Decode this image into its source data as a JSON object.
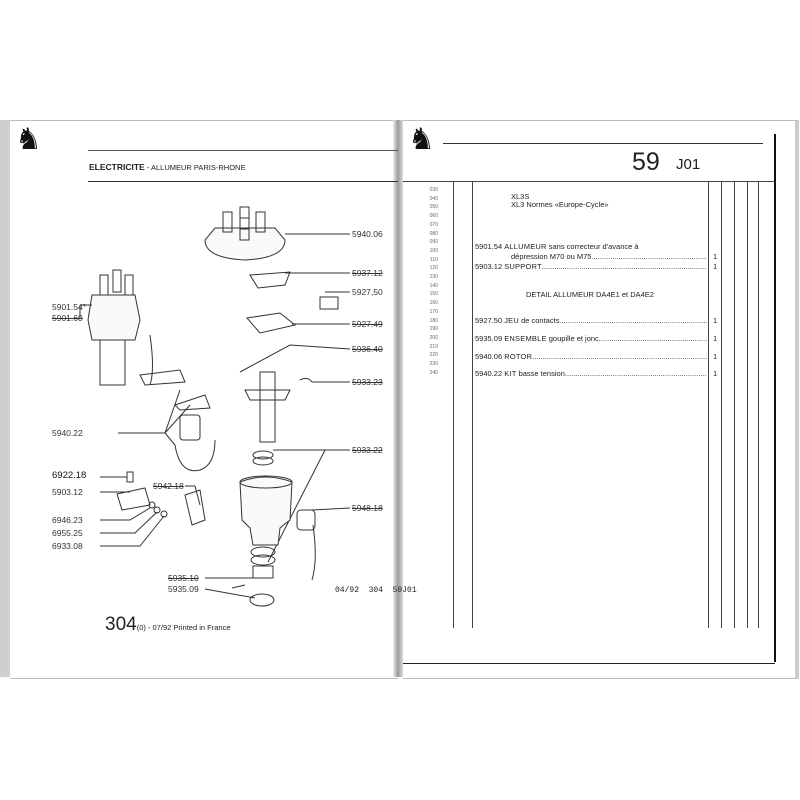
{
  "left_page": {
    "title_bold": "ELECTRICITE",
    "title_rest": " - ALLUMEUR PARIS-RHONE",
    "footer_model": "304",
    "footer_text": "(0) - 07/92 Printed in France",
    "ref_code": "04/92  304  59J01",
    "callouts": [
      {
        "id": "c1",
        "text": "5940.06",
        "struck": false
      },
      {
        "id": "c2",
        "text": "5937.12",
        "struck": true
      },
      {
        "id": "c3",
        "text": "5927,50",
        "struck": false
      },
      {
        "id": "c4",
        "text": "5927.49",
        "struck": true
      },
      {
        "id": "c5",
        "text": "5936.40",
        "struck": true
      },
      {
        "id": "c6",
        "text": "5933.23",
        "struck": true
      },
      {
        "id": "c7",
        "text": "5933.22",
        "struck": true
      },
      {
        "id": "c8",
        "text": "5948.18",
        "struck": true
      },
      {
        "id": "c9",
        "text": "5901.54°",
        "struck": false
      },
      {
        "id": "c10",
        "text": "5901.60",
        "struck": true
      },
      {
        "id": "c11",
        "text": "5940.22",
        "struck": false
      },
      {
        "id": "c12",
        "text": "6922.18",
        "struck": false
      },
      {
        "id": "c13",
        "text": "5903.12",
        "struck": false
      },
      {
        "id": "c14",
        "text": "5942.18",
        "struck": true
      },
      {
        "id": "c15",
        "text": "6946.23",
        "struck": false
      },
      {
        "id": "c16",
        "text": "6955.25",
        "struck": false
      },
      {
        "id": "c17",
        "text": "6933.08",
        "struck": false
      },
      {
        "id": "c18",
        "text": "5935.10",
        "struck": true
      },
      {
        "id": "c19",
        "text": "5935.09",
        "struck": false
      }
    ]
  },
  "right_page": {
    "section_number": "59",
    "section_code": "J01",
    "line_numbers": [
      "030",
      "040",
      "050",
      "060",
      "070",
      "080",
      "090",
      "100",
      "110",
      "120",
      "130",
      "140",
      "150",
      "160",
      "170",
      "180",
      "190",
      "200",
      "210",
      "220",
      "230",
      "240"
    ],
    "model_1": "XL3S",
    "model_2": "XL3 Normes «Europe-Cycle»",
    "detail_heading": "DETAIL ALLUMEUR DA4E1 et DA4E2",
    "parts": [
      {
        "ref": "5901.54",
        "bold": "ALLUMEUR",
        "desc": " sans correcteur d'avance à",
        "desc2": "dépression M70 ou M75",
        "qty": "1"
      },
      {
        "ref": "5903.12",
        "bold": "SUPPORT",
        "desc": "",
        "qty": "1"
      },
      {
        "ref": "5927.50",
        "bold": "JEU",
        "desc": " de contacts",
        "qty": "1"
      },
      {
        "ref": "5935.09",
        "bold": "ENSEMBLE",
        "desc": " goupille et jonc",
        "qty": "1"
      },
      {
        "ref": "5940.06",
        "bold": "ROTOR",
        "desc": "",
        "qty": "1"
      },
      {
        "ref": "5940.22",
        "bold": "KIT",
        "desc": " basse tension",
        "qty": "1"
      }
    ]
  }
}
